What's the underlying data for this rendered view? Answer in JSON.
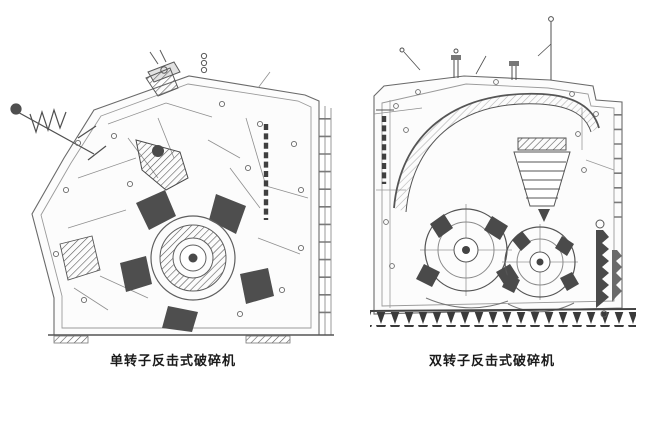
{
  "colors": {
    "ink": "#6a6a6a",
    "ink_dark": "#3f3f3f",
    "caption_text": "#1a1a1a",
    "background": "#ffffff"
  },
  "figures": [
    {
      "id": "single-rotor",
      "caption": "单转子反击式破碎机"
    },
    {
      "id": "double-rotor",
      "caption": "双转子反击式破碎机"
    }
  ]
}
